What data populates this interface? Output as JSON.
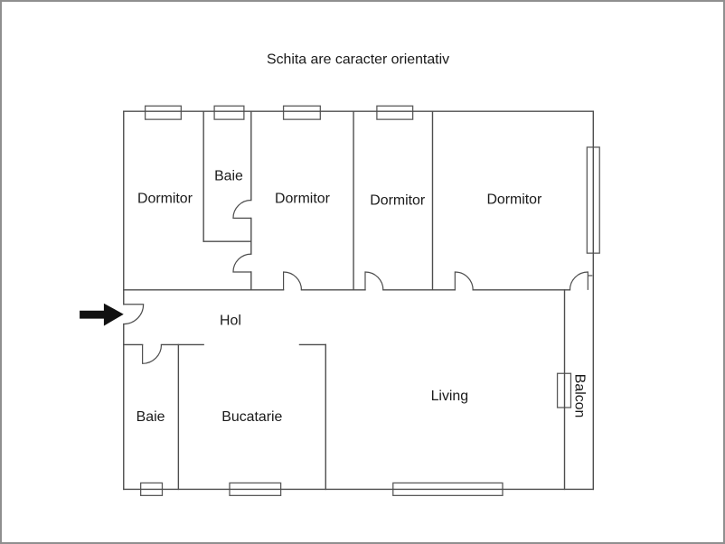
{
  "labels": {
    "title": "Schita are caracter orientativ",
    "dormitor_1": "Dormitor",
    "baie_top": "Baie",
    "dormitor_2": "Dormitor",
    "dormitor_3": "Dormitor",
    "dormitor_4": "Dormitor",
    "hol": "Hol",
    "baie_bottom": "Baie",
    "bucatarie": "Bucatarie",
    "living": "Living",
    "balcon": "Balcon"
  },
  "colors": {
    "background": "#ffffff",
    "frame_border": "#8f8f8f",
    "wall": "#4d4d4d",
    "window_stroke": "#5a5a5a",
    "window_fill": "#ffffff",
    "text": "#1a1a1a",
    "arrow": "#111111"
  }
}
